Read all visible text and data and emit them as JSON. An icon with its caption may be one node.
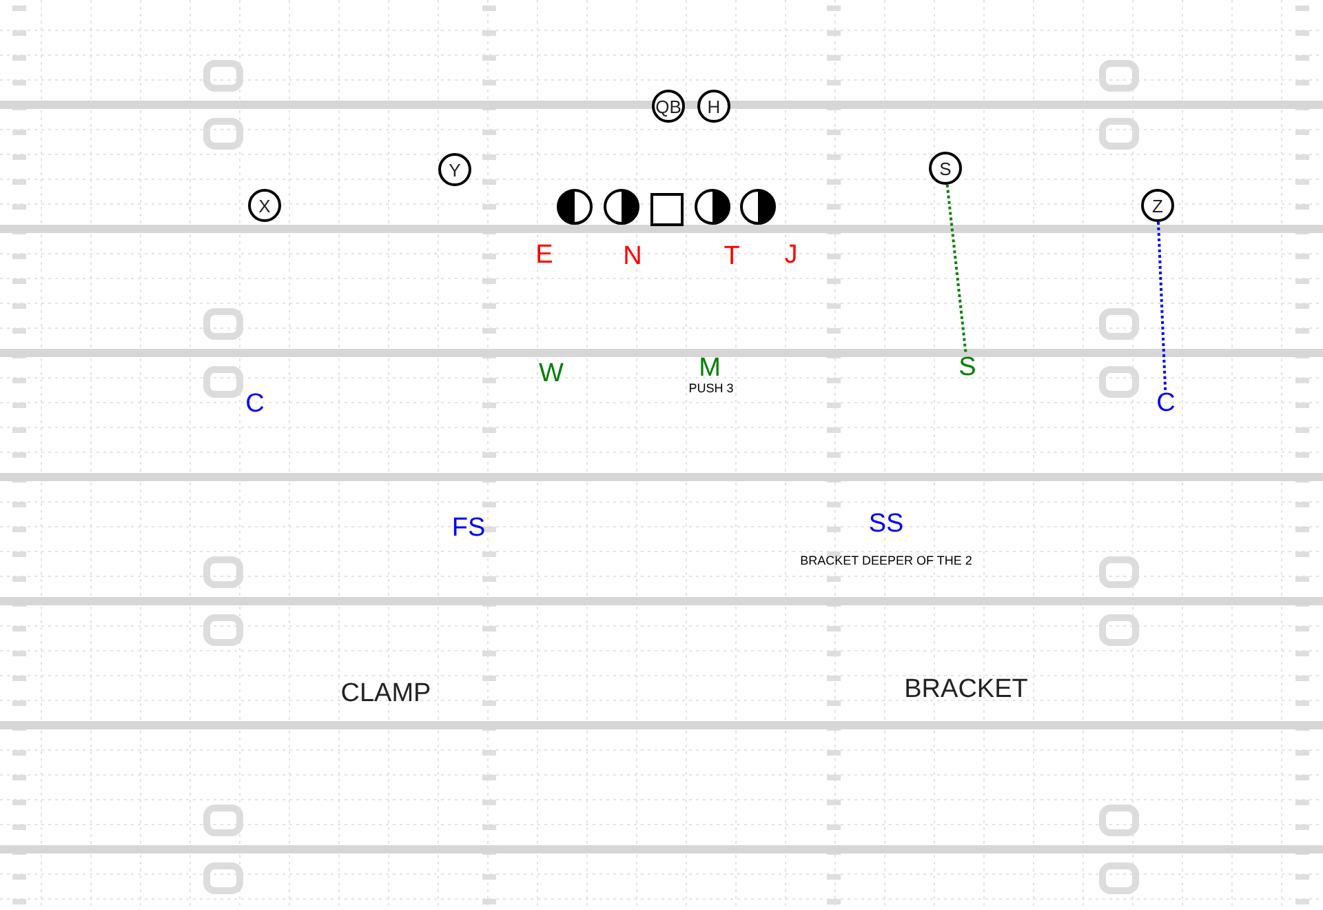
{
  "diagram": {
    "nodes": [
      {
        "text": [
          "QB"
        ]
      },
      {
        "text": [
          "H"
        ]
      },
      {
        "text": [
          "Y"
        ]
      },
      {
        "text": [
          "X"
        ]
      },
      {
        "text": [],
        "shape": "circle"
      },
      {
        "text": [],
        "shape": "circle"
      },
      {
        "text": [],
        "shape": "box"
      },
      {
        "text": [],
        "shape": "circle"
      },
      {
        "text": [],
        "shape": "circle"
      },
      {
        "text": [
          "S"
        ]
      },
      {
        "text": [
          "Z"
        ]
      },
      {
        "text": [
          "S"
        ]
      },
      {
        "text": [
          "C"
        ]
      }
    ],
    "edges": [
      {
        "from": 9,
        "to": 11,
        "arrow": "none",
        "style": "dashed",
        "color": "#008000"
      },
      {
        "from": 10,
        "to": 12,
        "arrow": "none",
        "style": "dashed",
        "color": "#0000ff"
      }
    ],
    "labels": [
      "E",
      "N",
      "T",
      "J",
      "W",
      "M",
      "PUSH 3",
      "C",
      "FS",
      "SS",
      "BRACKET DEEPER OF THE 2",
      "CLAMP",
      "BRACKET"
    ]
  }
}
